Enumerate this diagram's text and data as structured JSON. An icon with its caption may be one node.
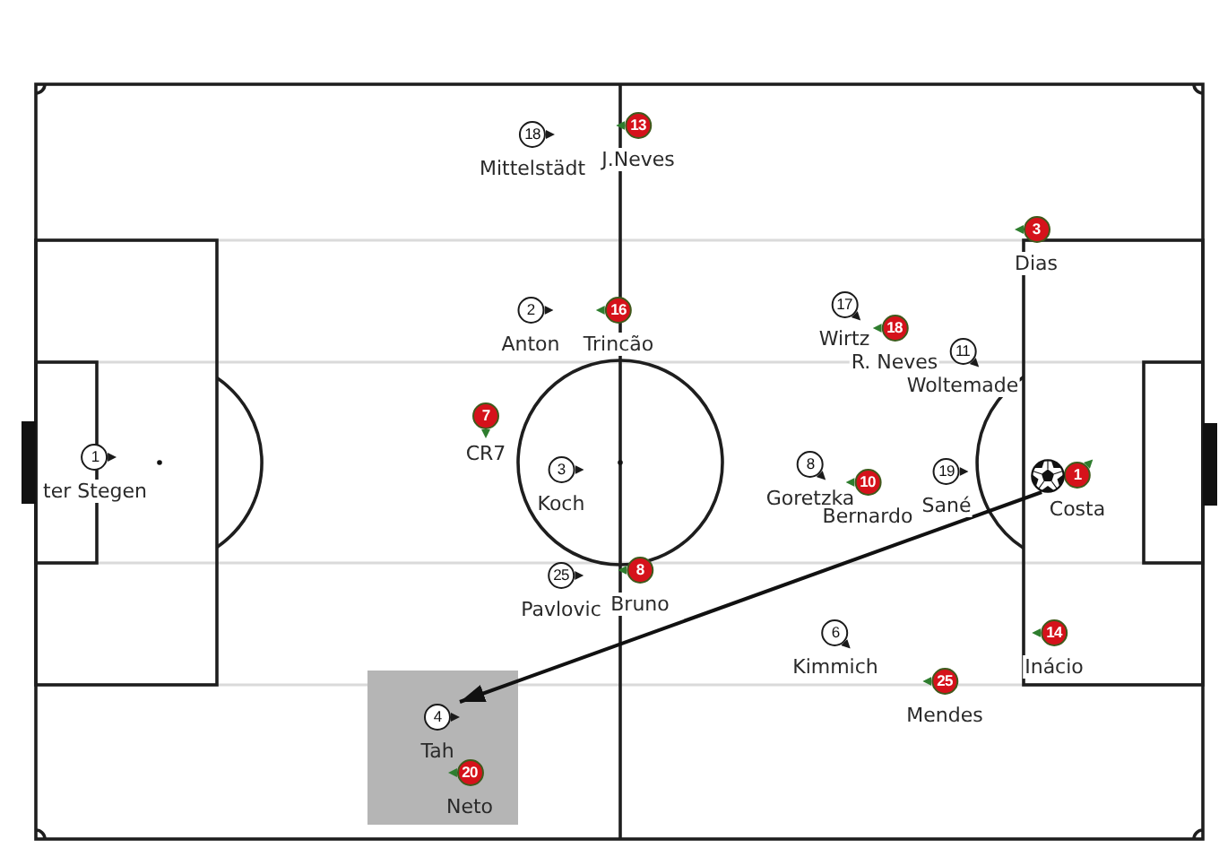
{
  "diagram": {
    "nodes": [
      {
        "text": [
          "18"
        ],
        "beside": [
          "Mittelstädt"
        ]
      },
      {
        "text": [
          "13"
        ],
        "beside": [
          "J.Neves"
        ]
      },
      {
        "text": [
          "3"
        ],
        "beside": [
          "Dias"
        ]
      },
      {
        "text": [
          "2"
        ],
        "beside": [
          "Anton"
        ]
      },
      {
        "text": [
          "16"
        ],
        "beside": [
          "Trincão"
        ]
      },
      {
        "text": [
          "17"
        ],
        "beside": [
          "Wirtz"
        ]
      },
      {
        "text": [
          "18"
        ],
        "beside": [
          "R. Neves"
        ]
      },
      {
        "text": [
          "11"
        ],
        "beside": [
          "Woltemade"
        ]
      },
      {
        "text": [
          "7"
        ],
        "beside": [
          "CR7"
        ]
      },
      {
        "text": [
          "1"
        ],
        "beside": [
          "ter Stegen"
        ]
      },
      {
        "text": [
          "3"
        ],
        "beside": [
          "Koch"
        ]
      },
      {
        "text": [
          "8"
        ],
        "beside": [
          "Goretzka"
        ]
      },
      {
        "text": [
          "19"
        ],
        "beside": [
          "Sané"
        ]
      },
      {
        "text": [],
        "shape": "picture"
      },
      {
        "text": [
          "1"
        ],
        "beside": [
          "Costa"
        ]
      },
      {
        "text": [
          "10"
        ],
        "beside": [
          "Bernardo"
        ]
      },
      {
        "text": [
          "25"
        ],
        "beside": [
          "Pavlovic"
        ]
      },
      {
        "text": [
          "8"
        ],
        "beside": [
          "Bruno"
        ]
      },
      {
        "text": [
          "6"
        ],
        "beside": [
          "Kimmich"
        ]
      },
      {
        "text": [
          "14"
        ],
        "beside": [
          "Inácio"
        ]
      },
      {
        "text": [
          "25"
        ],
        "beside": [
          "Mendes"
        ]
      },
      {
        "text": [],
        "shape": "box"
      },
      {
        "text": [
          "4"
        ],
        "beside": [
          "Tah"
        ],
        "in": 21
      },
      {
        "text": [
          "20"
        ],
        "beside": [
          "Neto"
        ],
        "in": 21
      }
    ],
    "edges": [
      {
        "from": 13,
        "to": 22,
        "arrow": "to"
      }
    ]
  }
}
